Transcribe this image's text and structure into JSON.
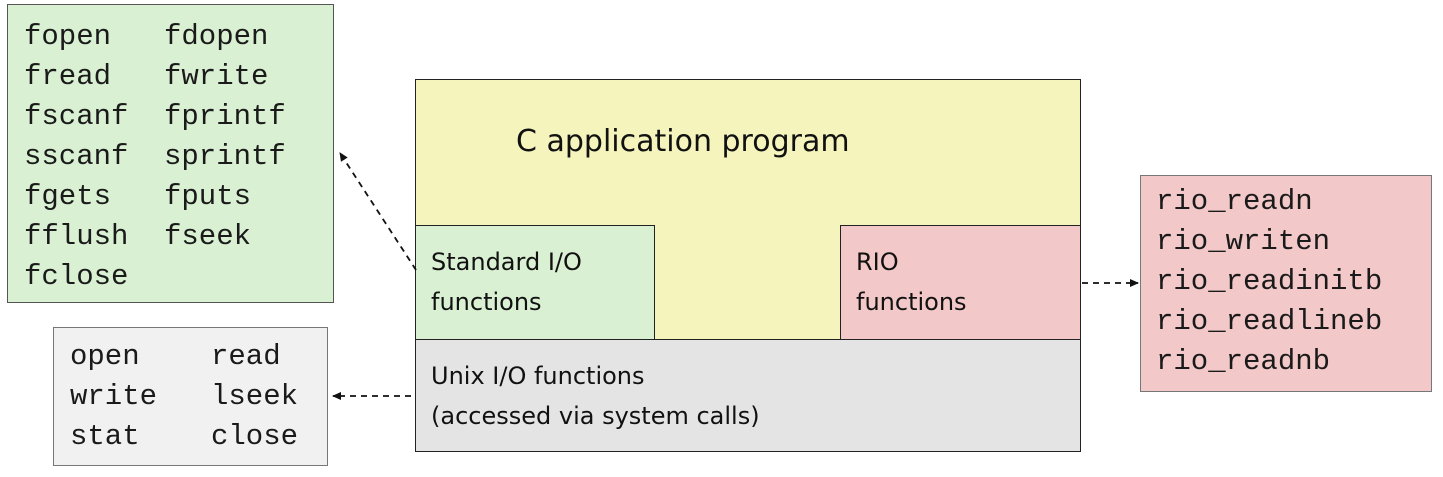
{
  "stdio_list": {
    "items": [
      [
        "fopen",
        "fdopen"
      ],
      [
        "fread",
        "fwrite"
      ],
      [
        "fscanf",
        "fprintf"
      ],
      [
        "sscanf",
        "sprintf"
      ],
      [
        "fgets",
        "fputs"
      ],
      [
        "fflush",
        "fseek"
      ],
      [
        "fclose",
        ""
      ]
    ],
    "color": "#d9f0d3"
  },
  "unix_list": {
    "items": [
      [
        "open",
        "read"
      ],
      [
        "write",
        "lseek"
      ],
      [
        "stat",
        "close"
      ]
    ],
    "color": "#f1f1f1"
  },
  "rio_list": {
    "items": [
      "rio_readn",
      "rio_writen",
      "rio_readinitb",
      "rio_readlineb",
      "rio_readnb"
    ],
    "color": "#f2c8c8"
  },
  "diagram": {
    "app_label": "C application program",
    "stdio_label": [
      "Standard I/O",
      "functions"
    ],
    "rio_label": [
      "RIO",
      "functions"
    ],
    "unix_label": [
      "Unix I/O functions",
      "(accessed via system calls)"
    ],
    "app_color": "#f5f4bd",
    "unix_color": "#e4e4e4"
  }
}
